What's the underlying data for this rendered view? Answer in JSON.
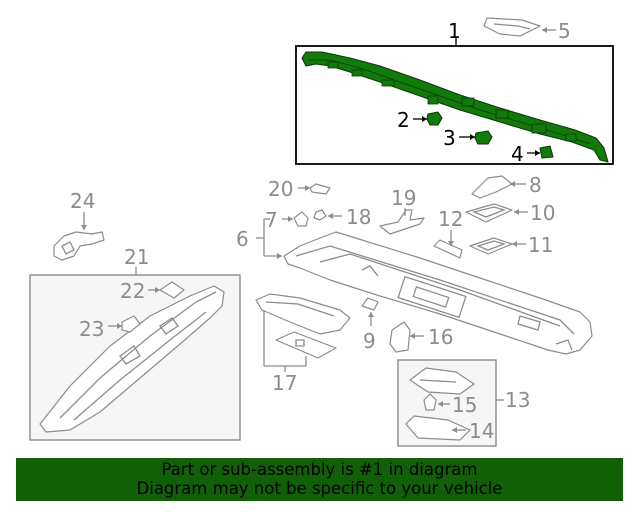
{
  "colors": {
    "highlight": "#117a0b",
    "banner": "#115f07",
    "part_outline": "#8c8c8c",
    "selected_text": "#000000"
  },
  "callouts": {
    "c1": "1",
    "c2": "2",
    "c3": "3",
    "c4": "4",
    "c5": "5",
    "c6": "6",
    "c7": "7",
    "c8": "8",
    "c9": "9",
    "c10": "10",
    "c11": "11",
    "c12": "12",
    "c13": "13",
    "c14": "14",
    "c15": "15",
    "c16": "16",
    "c17": "17",
    "c18": "18",
    "c19": "19",
    "c20": "20",
    "c21": "21",
    "c22": "22",
    "c23": "23",
    "c24": "24"
  },
  "banner": {
    "line1": "Part or sub-assembly is #1 in diagram",
    "line2": "Diagram may not be specific to your vehicle"
  }
}
